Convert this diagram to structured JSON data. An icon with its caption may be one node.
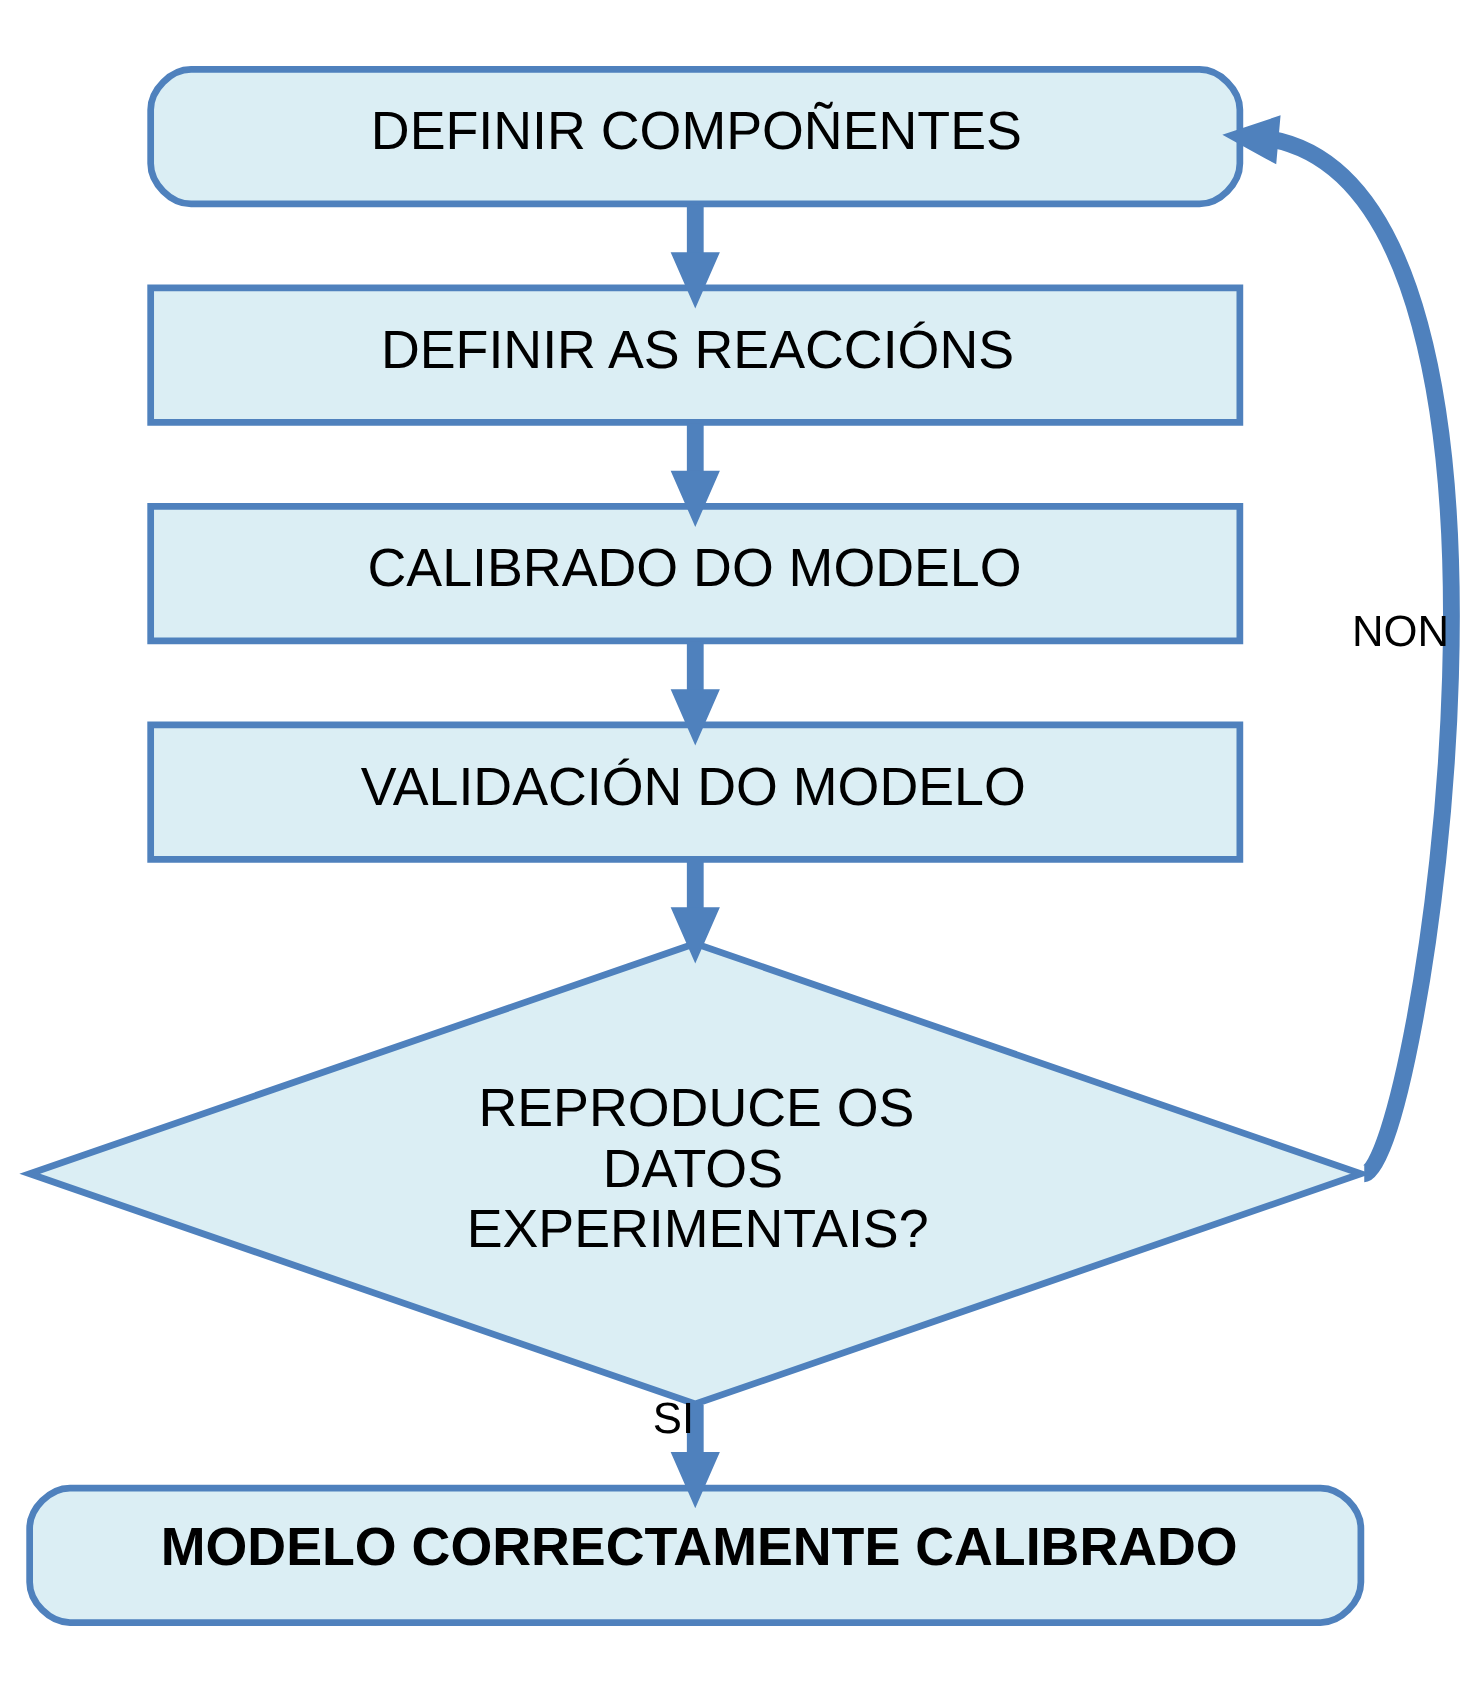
{
  "diagram": {
    "nodes": [
      {
        "text": [
          "DEFINIR COMPOÑENTES"
        ]
      },
      {
        "text": [
          "DEFINIR AS REACCIÓNS"
        ]
      },
      {
        "text": [
          "CALIBRADO DO MODELO"
        ]
      },
      {
        "text": [
          "VALIDACIÓN DO MODELO"
        ]
      },
      {
        "text": [
          "REPRODUCE OS DATOS EXPERIMENTAIS?"
        ]
      },
      {
        "text": [
          "MODELO CORRECTAMENTE CALIBRADO"
        ]
      }
    ],
    "edges": [
      {
        "from": 0,
        "to": 1,
        "arrow": "to"
      },
      {
        "from": 1,
        "to": 2,
        "arrow": "to"
      },
      {
        "from": 2,
        "to": 3,
        "arrow": "to"
      },
      {
        "from": 3,
        "to": 4,
        "arrow": "to"
      },
      {
        "from": 4,
        "to": 5,
        "arrow": "to",
        "label": "SI"
      },
      {
        "from": 4,
        "to": 0,
        "arrow": "to",
        "label": "NON"
      }
    ]
  }
}
